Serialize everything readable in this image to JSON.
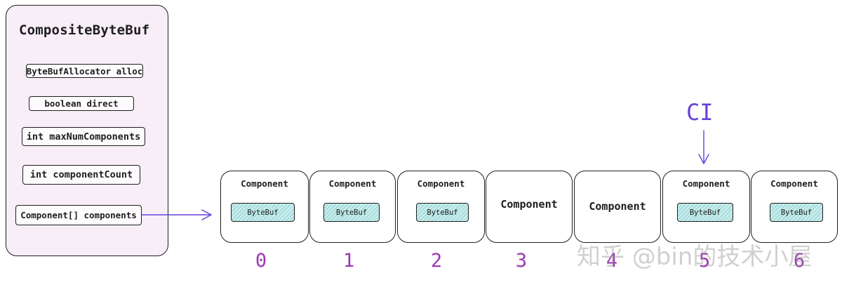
{
  "panel": {
    "title": "CompositeByteBuf",
    "fields": [
      "ByteBufAllocator alloc",
      "boolean direct",
      "int maxNumComponents",
      "int componentCount",
      "Component[] components"
    ]
  },
  "components": [
    {
      "label": "Component",
      "index": "0",
      "bytebuf": "ByteBuf"
    },
    {
      "label": "Component",
      "index": "1",
      "bytebuf": "ByteBuf"
    },
    {
      "label": "Component",
      "index": "2",
      "bytebuf": "ByteBuf"
    },
    {
      "label": "Component",
      "index": "3",
      "bytebuf": null
    },
    {
      "label": "Component",
      "index": "4",
      "bytebuf": null
    },
    {
      "label": "Component",
      "index": "5",
      "bytebuf": "ByteBuf"
    },
    {
      "label": "Component",
      "index": "6",
      "bytebuf": "ByteBuf"
    }
  ],
  "pointer": {
    "label": "CI",
    "target_index": "5"
  },
  "watermark": "知乎 @bin的技术小屋",
  "colors": {
    "panel_fill": "#f7eef8",
    "bytebuf_fill": "#c6ecec",
    "index_text": "#9c36b5",
    "arrow": "#6741d9"
  }
}
